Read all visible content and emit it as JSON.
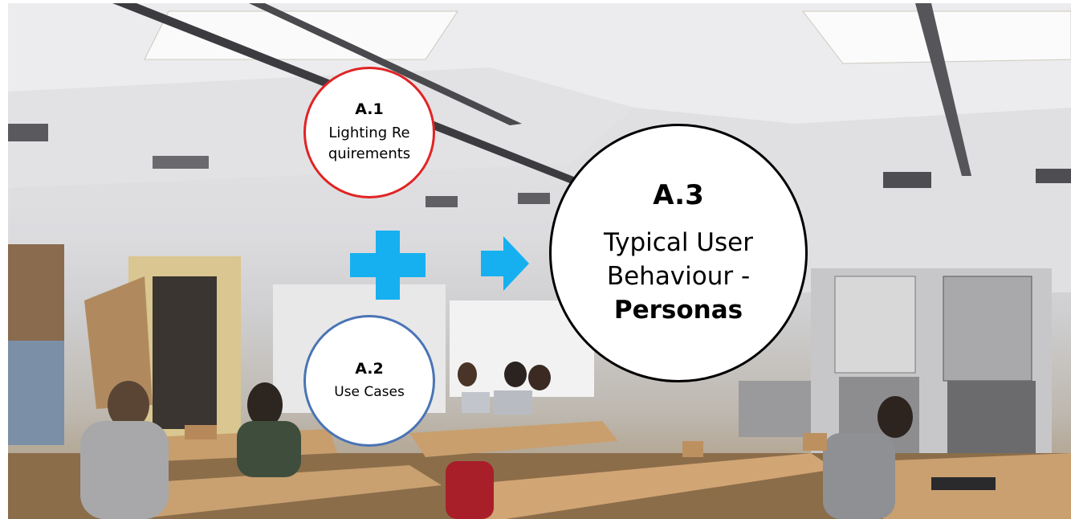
{
  "circles": {
    "lighting": {
      "code": "A.1",
      "label": "Lighting Requirements"
    },
    "use_cases": {
      "code": "A.2",
      "label": "Use Cases"
    },
    "personas": {
      "code": "A.3",
      "label": "Typical User Behaviour -",
      "emphasis": "Personas"
    }
  },
  "colors": {
    "accent_blue": "#16b0f0",
    "ring_red": "#e02424",
    "ring_blue": "#4a74b5",
    "ring_black": "#000000"
  },
  "icons": [
    "plus-icon",
    "arrow-right-icon"
  ]
}
